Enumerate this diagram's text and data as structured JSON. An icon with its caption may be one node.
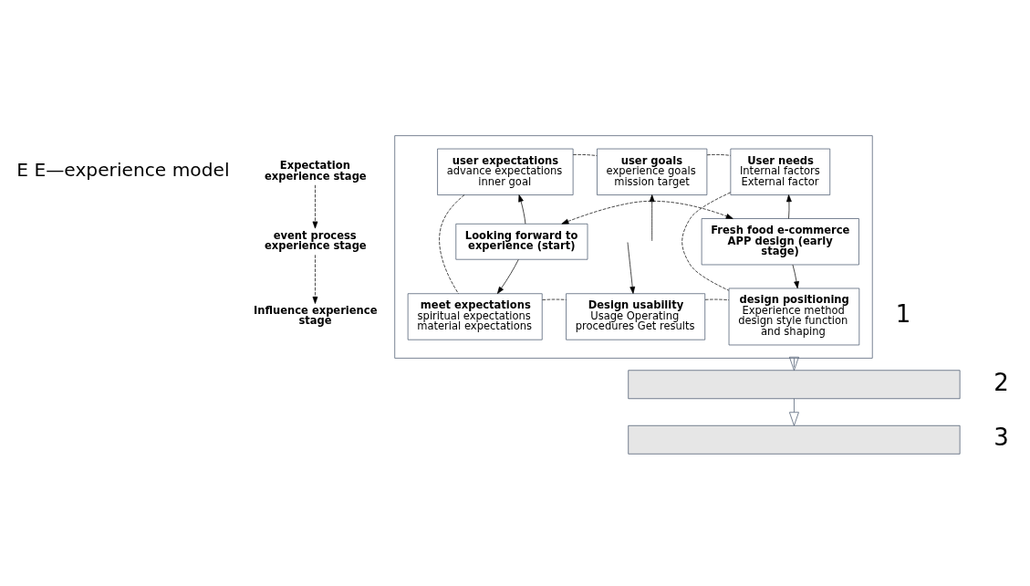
{
  "diagram": {
    "nodes": [
      {
        "text": [
          "Expectation experience stage"
        ]
      },
      {
        "text": [
          "event process experience stage"
        ]
      },
      {
        "text": [
          "Influence experience stage"
        ]
      },
      {
        "text": [],
        "shape": "box",
        "beside": [
          "1"
        ]
      },
      {
        "text": [
          "user expectations",
          "advance expectations inner goal"
        ],
        "in": 3
      },
      {
        "text": [
          "user goals",
          "experience goals mission target"
        ],
        "in": 3
      },
      {
        "text": [
          "User needs",
          "Internal factors External factor"
        ],
        "in": 3
      },
      {
        "text": [
          "Looking forward to experience (start)"
        ],
        "in": 3
      },
      {
        "text": [
          "Fresh food e-commerce APP design (early stage)"
        ],
        "in": 3
      },
      {
        "text": [
          "meet expectations",
          "spiritual expectations material expectations"
        ],
        "in": 3
      },
      {
        "text": [
          "Design usability",
          "Usage Operating procedures Get results"
        ],
        "in": 3
      },
      {
        "text": [
          "design positioning",
          "Experience method design style function and shaping"
        ],
        "in": 3
      },
      {
        "text": [],
        "shape": "bar",
        "beside": [
          "2"
        ]
      },
      {
        "text": [],
        "shape": "bar",
        "beside": [
          "3"
        ]
      }
    ],
    "edges": [
      {
        "from": 0,
        "to": 1,
        "arrow": "to",
        "style": "dashed"
      },
      {
        "from": 1,
        "to": 2,
        "arrow": "to",
        "style": "dashed"
      },
      {
        "from": 4,
        "to": 5,
        "arrow": "none",
        "style": "dashed"
      },
      {
        "from": 5,
        "to": 6,
        "arrow": "none",
        "style": "dashed"
      },
      {
        "from": 7,
        "to": 4,
        "arrow": "to"
      },
      {
        "from": 8,
        "to": 6,
        "arrow": "to"
      },
      {
        "from": null,
        "to": 5,
        "arrow": "to"
      },
      {
        "from": 7,
        "to": 8,
        "arrow": "both",
        "style": "dashed"
      },
      {
        "from": null,
        "to": 10,
        "arrow": "to"
      },
      {
        "from": 7,
        "to": 9,
        "arrow": "to"
      },
      {
        "from": 8,
        "to": 11,
        "arrow": "to"
      },
      {
        "from": 4,
        "to": 9,
        "arrow": "none",
        "style": "dashed"
      },
      {
        "from": 6,
        "to": 11,
        "arrow": "none",
        "style": "dashed"
      },
      {
        "from": 9,
        "to": 10,
        "arrow": "none",
        "style": "dashed"
      },
      {
        "from": 10,
        "to": 11,
        "arrow": "none",
        "style": "dashed"
      },
      {
        "from": 3,
        "to": 12,
        "arrow": "to",
        "color": "#44546a"
      },
      {
        "from": 12,
        "to": 13,
        "arrow": "to",
        "color": "#44546a"
      }
    ],
    "labels": [
      "E E—experience model"
    ]
  }
}
